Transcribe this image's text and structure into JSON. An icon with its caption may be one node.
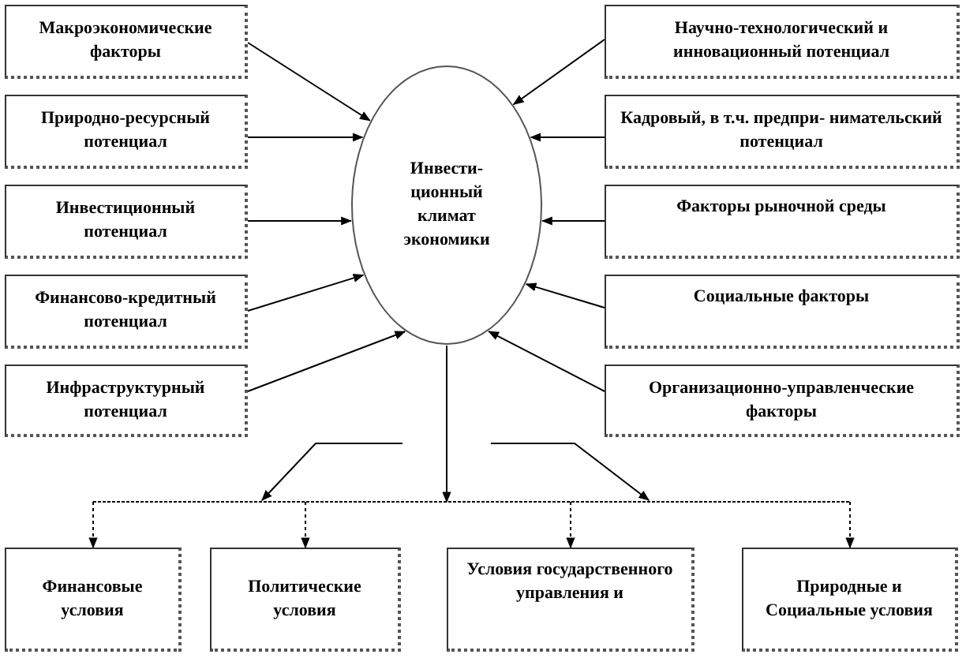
{
  "diagram": {
    "nodes": [
      {
        "text": [
          "Макроэкономические факторы"
        ]
      },
      {
        "text": [
          "Природно-ресурсный потенциал"
        ]
      },
      {
        "text": [
          "Инвестиционный потенциал"
        ]
      },
      {
        "text": [
          "Финансово-кредитный потенциал"
        ]
      },
      {
        "text": [
          "Инфраструктурный потенциал"
        ]
      },
      {
        "text": [
          "Научно-технологический и инновационный потенциал"
        ]
      },
      {
        "text": [
          "Кадровый, в т.ч. предпри- нимательский потенциал"
        ]
      },
      {
        "text": [
          "Факторы рыночной среды"
        ]
      },
      {
        "text": [
          "Социальные факторы"
        ]
      },
      {
        "text": [
          "Организационно-управленческие факторы"
        ]
      },
      {
        "text": [
          "Инвести- ционный климат экономики"
        ]
      },
      {
        "text": [
          "Финансовые условия"
        ]
      },
      {
        "text": [
          "Политические условия"
        ]
      },
      {
        "text": [
          "Условия государственного управления и"
        ]
      },
      {
        "text": [
          "Природные и Социальные условия"
        ]
      }
    ],
    "edges": [
      {
        "from": 0,
        "to": 10,
        "arrow": "to"
      },
      {
        "from": 1,
        "to": 10,
        "arrow": "to"
      },
      {
        "from": 2,
        "to": 10,
        "arrow": "to"
      },
      {
        "from": 3,
        "to": 10,
        "arrow": "to"
      },
      {
        "from": 4,
        "to": 10,
        "arrow": "to"
      },
      {
        "from": 5,
        "to": 10,
        "arrow": "to"
      },
      {
        "from": 6,
        "to": 10,
        "arrow": "to"
      },
      {
        "from": 7,
        "to": 10,
        "arrow": "to"
      },
      {
        "from": 8,
        "to": 10,
        "arrow": "to"
      },
      {
        "from": 9,
        "to": 10,
        "arrow": "to"
      },
      {
        "from": 10,
        "to": 11,
        "arrow": "to",
        "style": "dashed"
      },
      {
        "from": 10,
        "to": 12,
        "arrow": "to",
        "style": "dashed"
      },
      {
        "from": 10,
        "to": 13,
        "arrow": "to",
        "style": "dashed"
      },
      {
        "from": 10,
        "to": 14,
        "arrow": "to",
        "style": "dashed"
      }
    ]
  }
}
